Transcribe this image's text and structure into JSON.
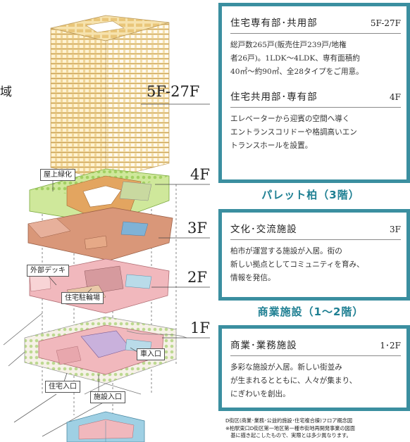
{
  "left_fragment": "域",
  "floor_labels": {
    "f5_27": "5F-27F",
    "f4": "4F",
    "f3": "3F",
    "f2": "2F",
    "f1": "1F"
  },
  "callouts": {
    "rooftop": "屋上緑化",
    "deck": "外部デッキ",
    "parking": "住宅駐輪場",
    "car_entrance": "車入口",
    "residential_entrance": "住宅入口",
    "facility_entrance": "施設入口"
  },
  "panel1": {
    "sections": [
      {
        "title": "住宅専有部･共用部",
        "floor": "5F-27F",
        "lines": [
          "総戸数265戸(販売住戸239戸/地権",
          "者26戸)。1LDK～4LDK、専有面積約",
          "40㎡～約90㎡、全28タイプをご用意。"
        ]
      },
      {
        "title": "住宅共用部･専有部",
        "floor": "4F",
        "lines": [
          "エレベーターから迎賓の空間へ導く",
          "エントランスコリドーや格調高いエン",
          "トランスホールを設置。"
        ]
      }
    ]
  },
  "section_title_pallet": "パレット柏（3階）",
  "panel2": {
    "title": "文化･交流施設",
    "floor": "3F",
    "lines": [
      "柏市が運営する施設が入居。街の",
      "新しい拠点としてコミュニティを育み、",
      "情報を発信。"
    ]
  },
  "section_title_commercial": "商業施設（1～2階）",
  "panel3": {
    "title": "商業･業務施設",
    "floor": "1･2F",
    "lines": [
      "多彩な施設が入居。新しい街並み",
      "が生まれるとともに、人々が集まり、",
      "にぎわいを創出。"
    ]
  },
  "footnotes": [
    "D街区(商業･業務･公益的施設･住宅複合棟)フロア概念図",
    "※柏駅東口D街区第一地区第一種市街地再開発事業の図面",
    "　基に描き起こしたもので、実際とは多少異なります。"
  ],
  "colors": {
    "panel_border": "#3b8fa0",
    "title_teal": "#1e7f92",
    "tower": "#f2d89a",
    "commercial_pink": "#f1b8bd",
    "culture": "#d99779",
    "green": "#9acd52"
  }
}
